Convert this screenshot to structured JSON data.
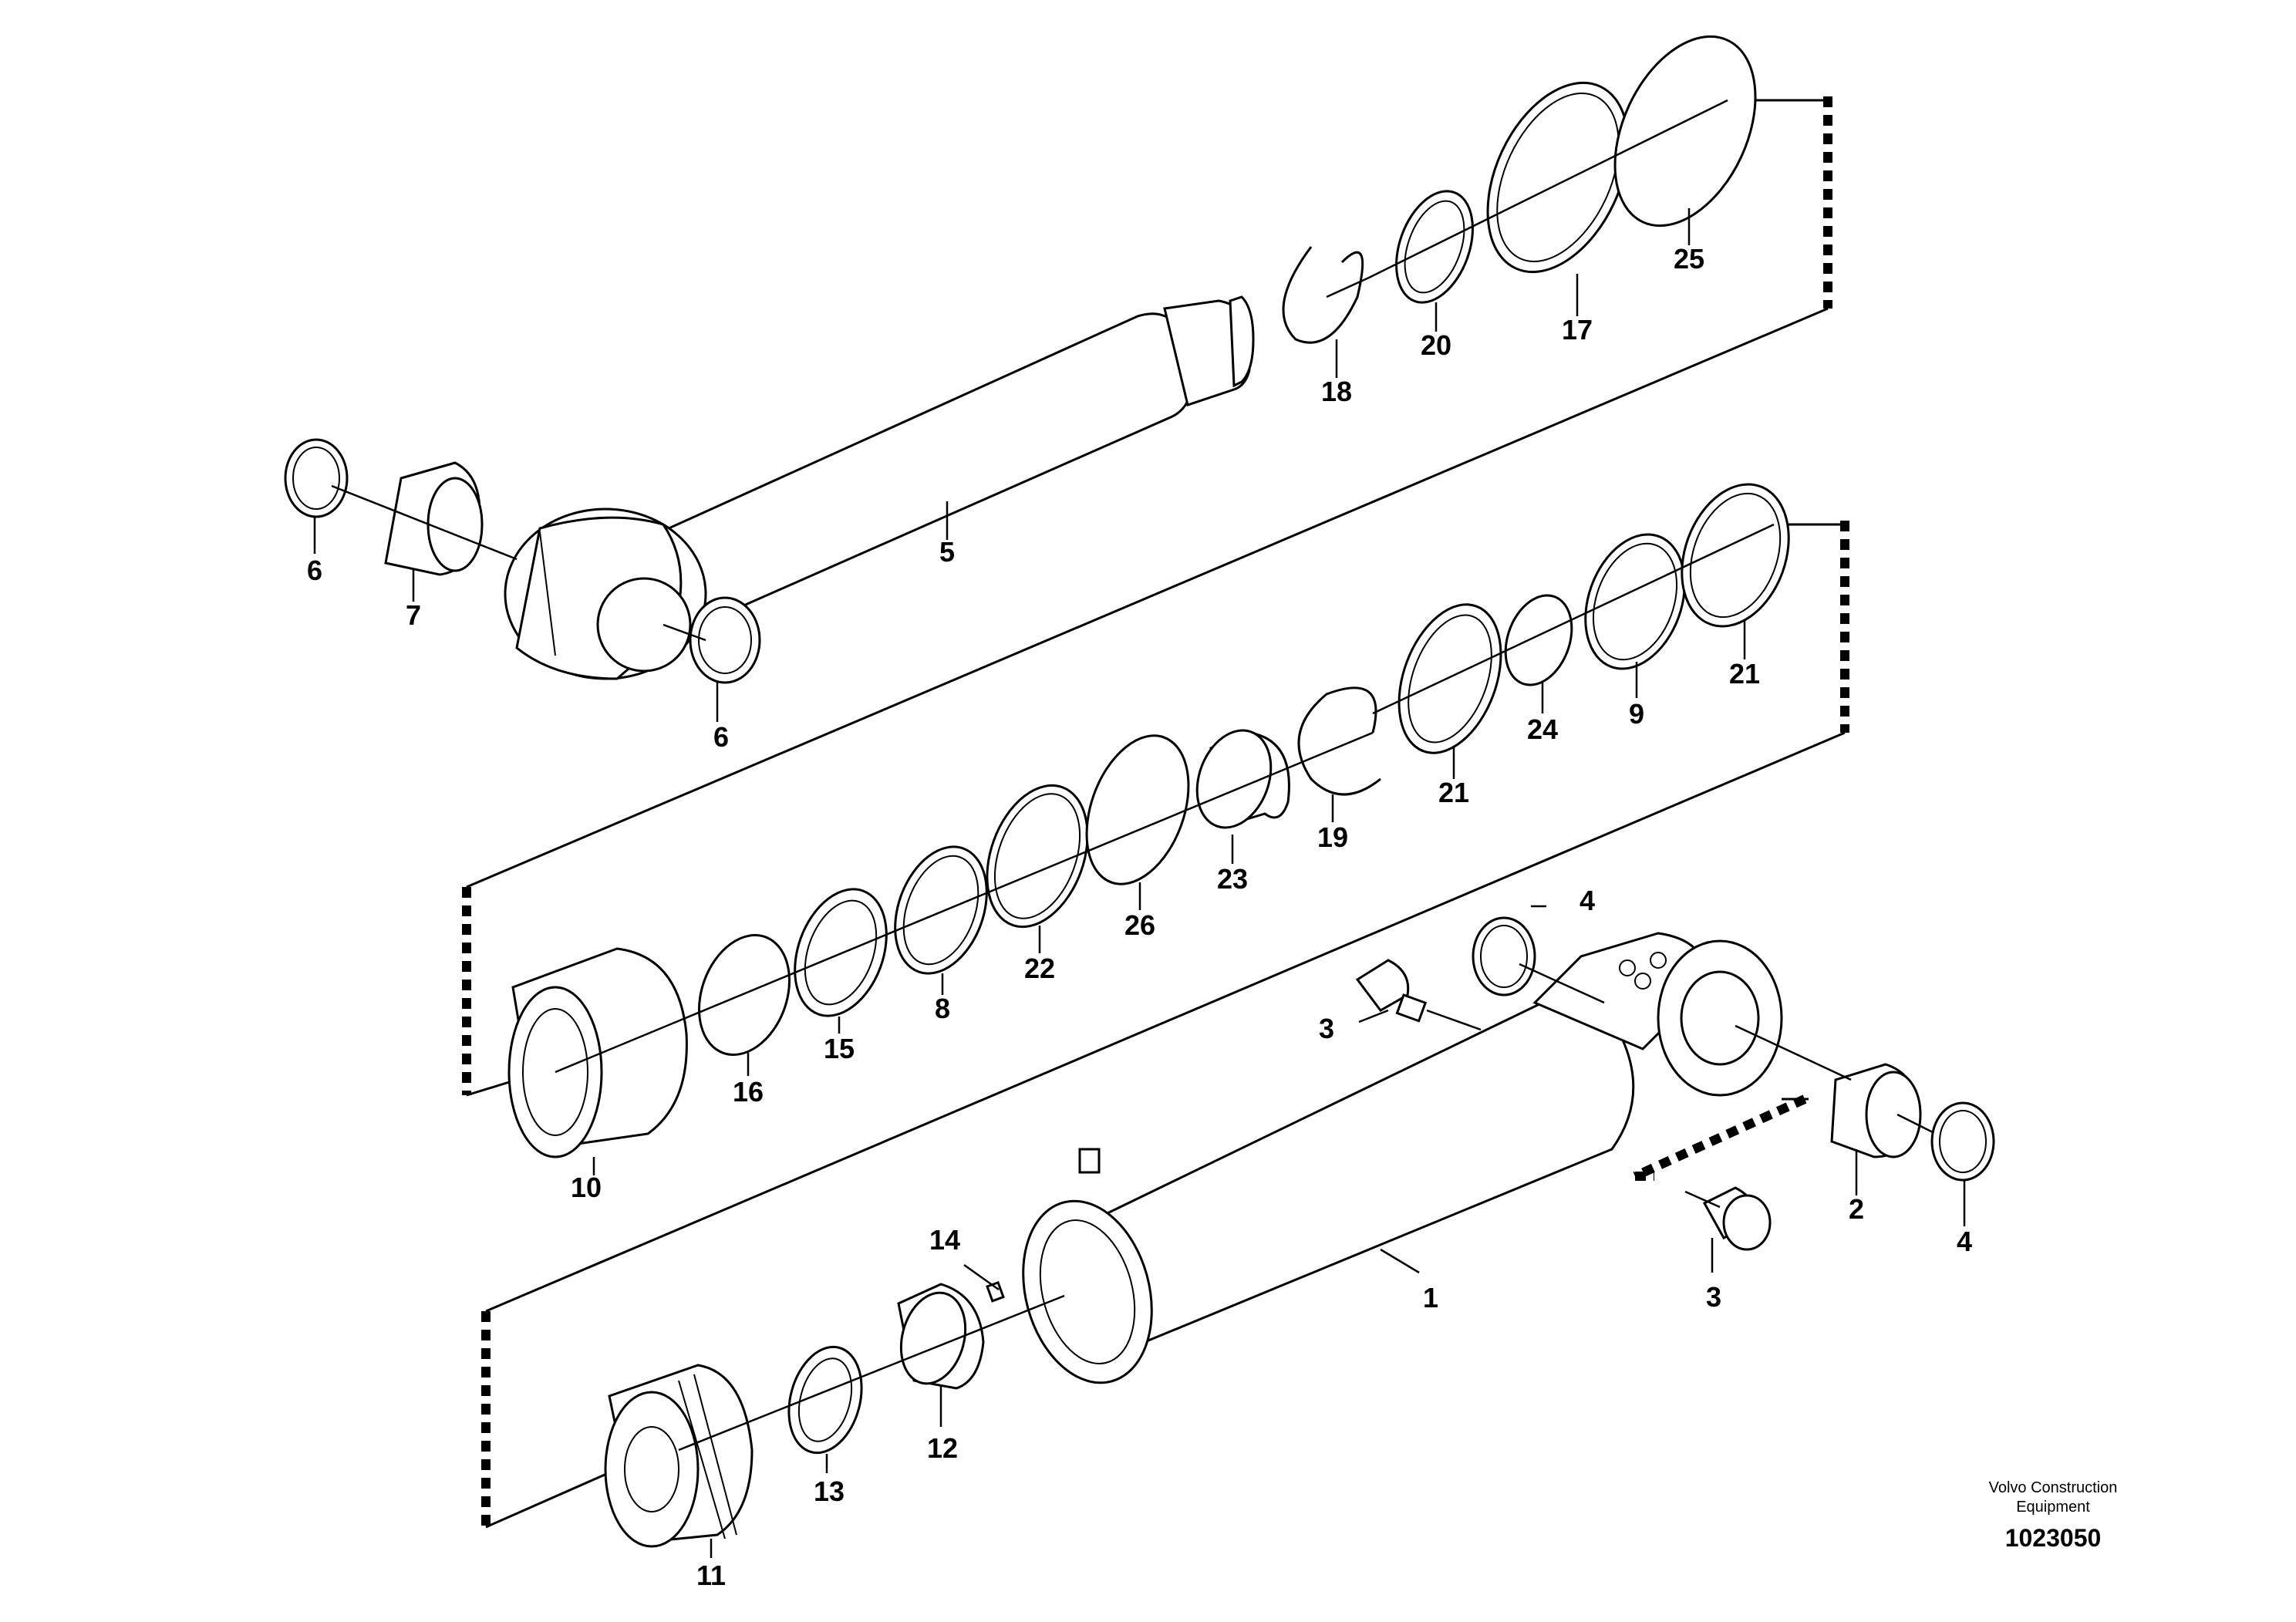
{
  "diagram": {
    "type": "exploded-parts-view",
    "callouts": {
      "c1": "1",
      "c2": "2",
      "c3a": "3",
      "c3b": "3",
      "c4a": "4",
      "c4b": "4",
      "c5": "5",
      "c6a": "6",
      "c6b": "6",
      "c7": "7",
      "c8": "8",
      "c9": "9",
      "c10": "10",
      "c11": "11",
      "c12": "12",
      "c13": "13",
      "c14": "14",
      "c15": "15",
      "c16": "16",
      "c17": "17",
      "c18": "18",
      "c19": "19",
      "c20": "20",
      "c21a": "21",
      "c21b": "21",
      "c22": "22",
      "c23": "23",
      "c24": "24",
      "c25": "25",
      "c26": "26"
    }
  },
  "footer": {
    "brand_line1": "Volvo Construction",
    "brand_line2": "Equipment",
    "document_number": "1023050"
  }
}
